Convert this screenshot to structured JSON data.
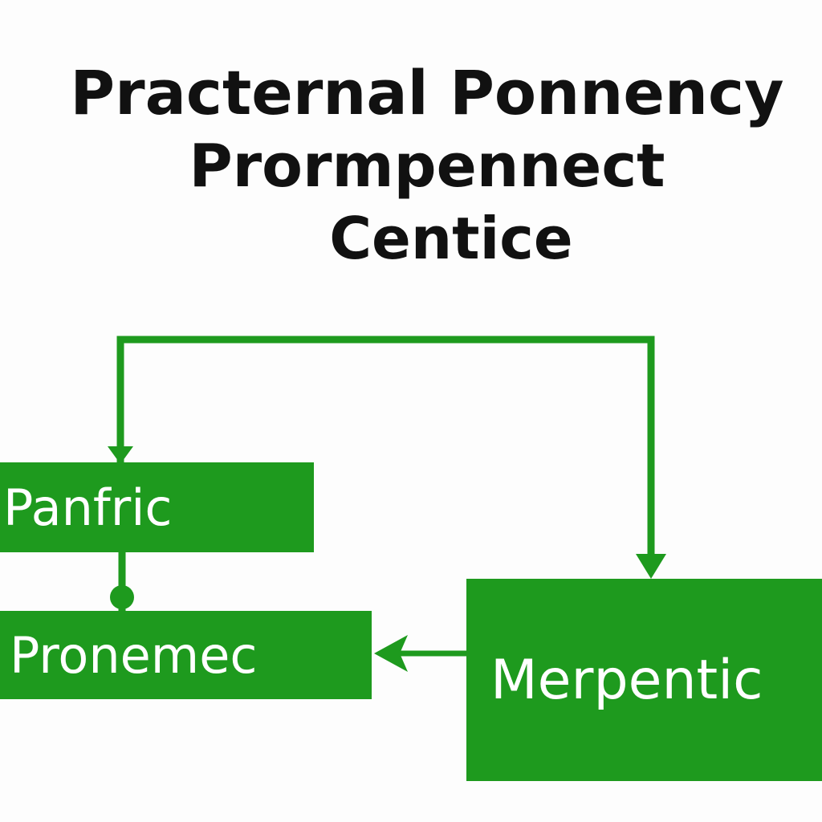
{
  "title": {
    "lines": [
      "Practernal Ponnency",
      "Prormpennect",
      "Centice"
    ]
  },
  "nodes": [
    {
      "id": "top-left",
      "label": "Panfric"
    },
    {
      "id": "bottom-left",
      "label": "Pronemec"
    },
    {
      "id": "right",
      "label": "Merpentic"
    }
  ],
  "edges": [
    {
      "from": "top",
      "to": "top-left"
    },
    {
      "from": "top",
      "to": "right"
    },
    {
      "from": "top-left",
      "to": "bottom-left"
    },
    {
      "from": "right",
      "to": "bottom-left"
    }
  ],
  "colors": {
    "accent": "#1e9a1e",
    "title_text": "#111111",
    "box_text": "#ffffff",
    "background": "#fdfdfd"
  }
}
